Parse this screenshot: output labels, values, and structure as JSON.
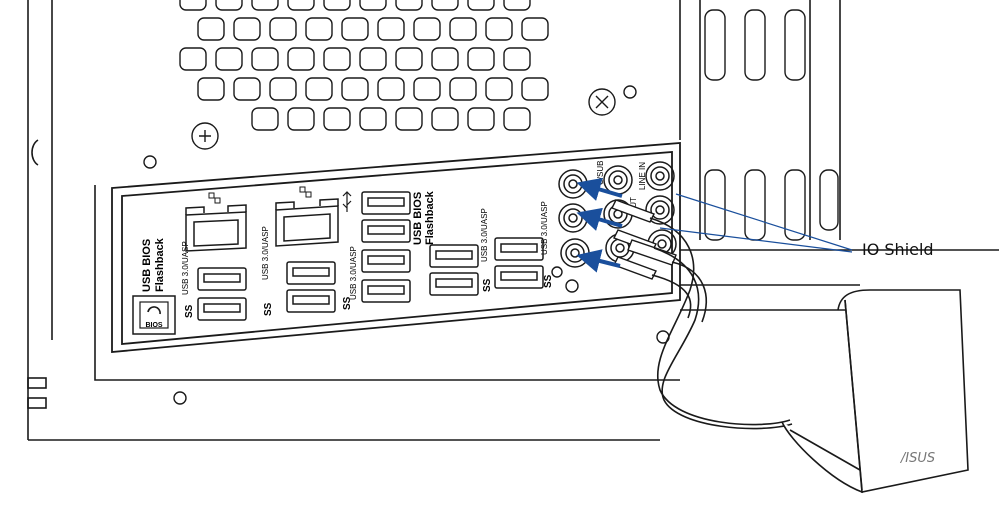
{
  "callout": {
    "label": "IO Shield"
  },
  "panel_labels": {
    "usb_bios_flashback_left_line1": "USB BIOS",
    "usb_bios_flashback_left_line2": "Flashback",
    "usb_bios_flashback_mid_line1": "USB BIOS",
    "usb_bios_flashback_mid_line2": "Flashback",
    "bios_button": "BIOS",
    "usb30_uasp": "USB 3.0/UASP",
    "ss_mark": "SS",
    "audio_csub": "C/SUB",
    "audio_line_in": "LINE IN",
    "audio_out": "OUT"
  },
  "logo": {
    "text": "/ISUS"
  },
  "colors": {
    "arrow": "#1a4f9c",
    "leader_line": "#1a4f9c",
    "line_art": "#1a1a1a"
  }
}
